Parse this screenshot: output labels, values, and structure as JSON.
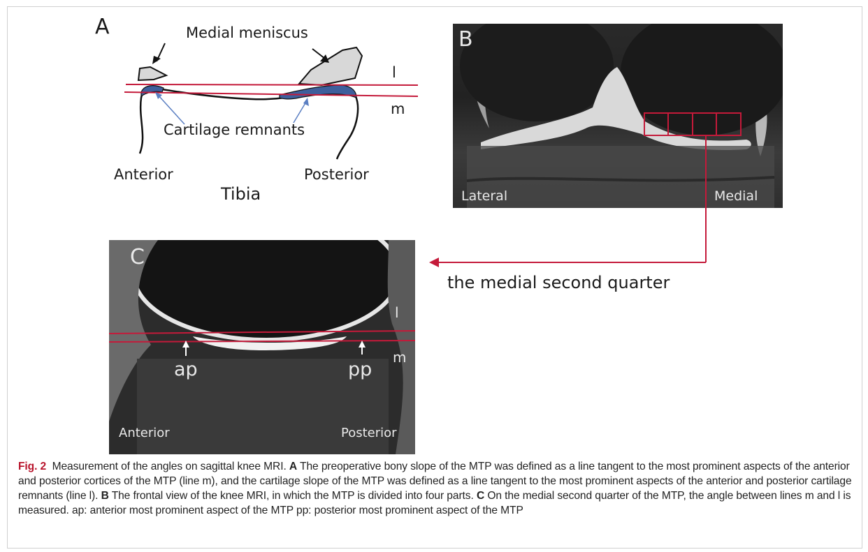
{
  "panel_a": {
    "letter": "A",
    "medial_meniscus": "Medial meniscus",
    "line_l": "l",
    "line_m": "m",
    "cartilage_remnants": "Cartilage remnants",
    "anterior": "Anterior",
    "posterior": "Posterior",
    "tibia": "Tibia"
  },
  "panel_b": {
    "letter": "B",
    "lateral": "Lateral",
    "medial": "Medial"
  },
  "panel_c": {
    "letter": "C",
    "line_l": "l",
    "line_m": "m",
    "ap": "ap",
    "pp": "pp",
    "anterior": "Anterior",
    "posterior": "Posterior"
  },
  "callout": "the medial second quarter",
  "caption": {
    "fig_label": "Fig. 2",
    "title": "Measurement of the angles on sagittal knee MRI.",
    "a_label": "A",
    "a_text": "The preoperative bony slope of the MTP was defined as a line tangent to the most prominent aspects of the anterior and posterior cortices of the MTP (line m), and the cartilage slope of the MTP was defined as a line tangent to the most prominent aspects of the anterior and posterior cartilage remnants (line l).",
    "b_label": "B",
    "b_text": "The frontal view of the knee MRI, in which the MTP is divided into four parts.",
    "c_label": "C",
    "c_text": "On the medial second quarter of the MTP, the angle between lines m and l is measured. ap: anterior most prominent aspect of the MTP pp: posterior most prominent aspect of the MTP"
  },
  "colors": {
    "measurement_line": "#c41a3a",
    "cartilage_fill": "#3e5f9c",
    "meniscus_fill": "#d8d8d8",
    "fig_label": "#b8132b"
  }
}
